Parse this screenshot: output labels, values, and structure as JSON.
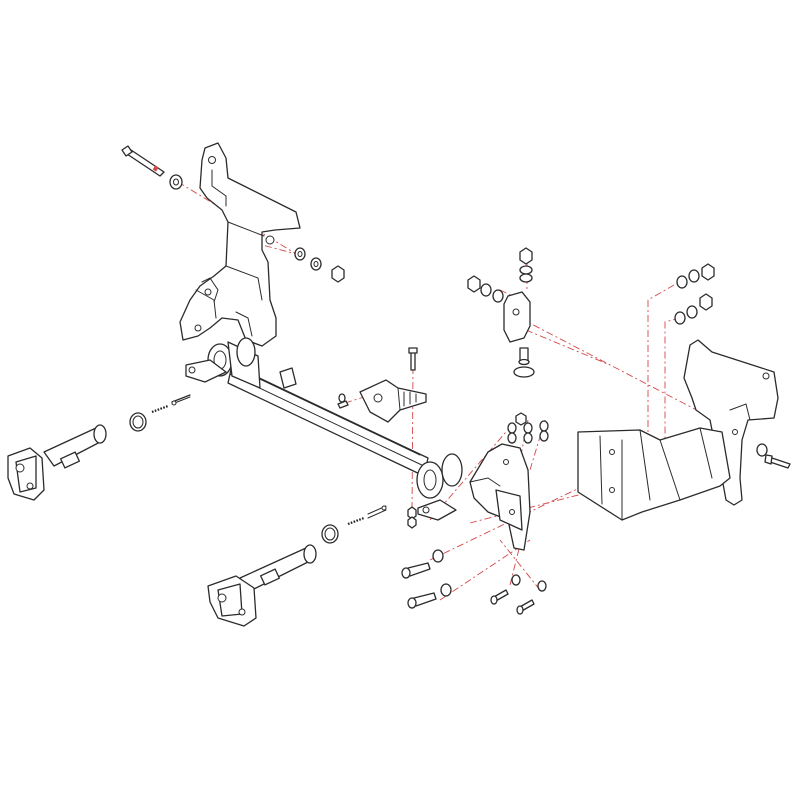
{
  "diagram": {
    "kind": "exploded-assembly",
    "line_color": "#2b2b2b",
    "leader_color": "#d24848",
    "background": "#ffffff",
    "parts": [
      "left-side-bracket",
      "right-side-bracket",
      "cross-tube",
      "center-tab-bracket",
      "upper-mount-bracket",
      "right-lower-bracket",
      "left-tow-arm",
      "right-tow-arm",
      "left-safety-pin",
      "right-safety-pin",
      "left-spring",
      "right-spring",
      "left-retaining-ring",
      "right-retaining-ring",
      "hardware-bolts",
      "hardware-nuts",
      "hardware-washers"
    ]
  }
}
